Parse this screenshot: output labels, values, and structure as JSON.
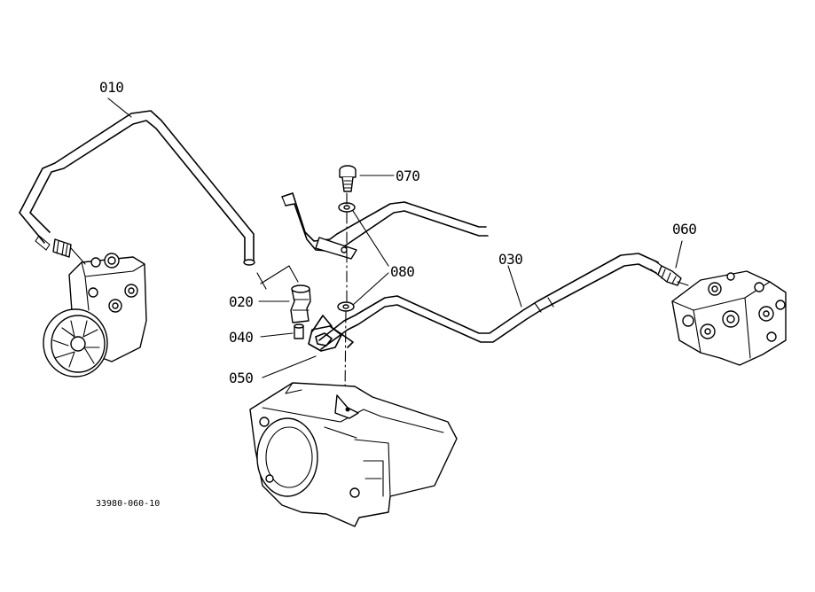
{
  "diagram": {
    "drawing_code": "33980-060-10",
    "callouts": [
      {
        "id": "010",
        "text": "010"
      },
      {
        "id": "020",
        "text": "020"
      },
      {
        "id": "030",
        "text": "030"
      },
      {
        "id": "040",
        "text": "040"
      },
      {
        "id": "050",
        "text": "050"
      },
      {
        "id": "060",
        "text": "060"
      },
      {
        "id": "070",
        "text": "070"
      },
      {
        "id": "080",
        "text": "080"
      }
    ]
  }
}
